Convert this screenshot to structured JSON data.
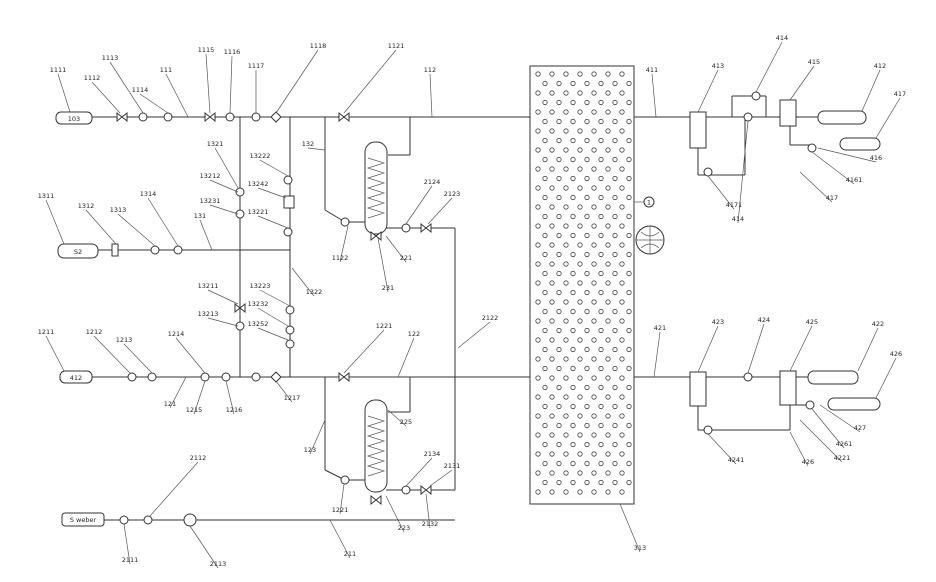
{
  "labels": {
    "l1111": "1111",
    "l1112": "1112",
    "l1113": "1113",
    "l1114": "1114",
    "l111": "111",
    "l1115": "1115",
    "l1116": "1116",
    "l1117": "1117",
    "l1118": "1118",
    "l1121": "1121",
    "l112": "112",
    "l411": "411",
    "l413": "413",
    "l414a": "414",
    "l415": "415",
    "l412": "412",
    "l417a": "417",
    "l416": "416",
    "l4161": "4161",
    "l417b": "417",
    "l4171": "4171",
    "l414b": "414",
    "l1321": "1321",
    "l13222": "13222",
    "l13212": "13212",
    "l13242": "13242",
    "l13231": "13231",
    "l13221": "13221",
    "l132": "132",
    "l1311": "1311",
    "l1312": "1312",
    "l1313": "1313",
    "l1314": "1314",
    "l131": "131",
    "l2124": "2124",
    "l2123": "2123",
    "l1122": "1122",
    "l221": "221",
    "l231": "231",
    "l1322": "1322",
    "lcirc": "1",
    "l13211": "13211",
    "l13223": "13223",
    "l13213": "13213",
    "l13232": "13232",
    "l13252": "13252",
    "l1211": "1211",
    "l1212": "1212",
    "l1213": "1213",
    "l1214": "1214",
    "l121": "121",
    "l1215": "1215",
    "l1216": "1216",
    "l1217": "1217",
    "l1221": "1221",
    "l122": "122",
    "l2122": "2122",
    "l421": "421",
    "l423": "423",
    "l424": "424",
    "l425": "425",
    "l422": "422",
    "l426a": "426",
    "l4261": "4261",
    "l427": "427",
    "l4221": "4221",
    "l4241": "4241",
    "l426b": "426",
    "l123": "123",
    "l2112": "2112",
    "l2134": "2134",
    "l2131": "2131",
    "l1221b": "1221",
    "l2132": "2132",
    "l223": "223",
    "l2111": "2111",
    "l2113": "2113",
    "l211": "211",
    "l313": "313",
    "l225": "225",
    "tank1": "103",
    "tank2": "S2",
    "tank3": "412"
  },
  "source_label": "S weber"
}
